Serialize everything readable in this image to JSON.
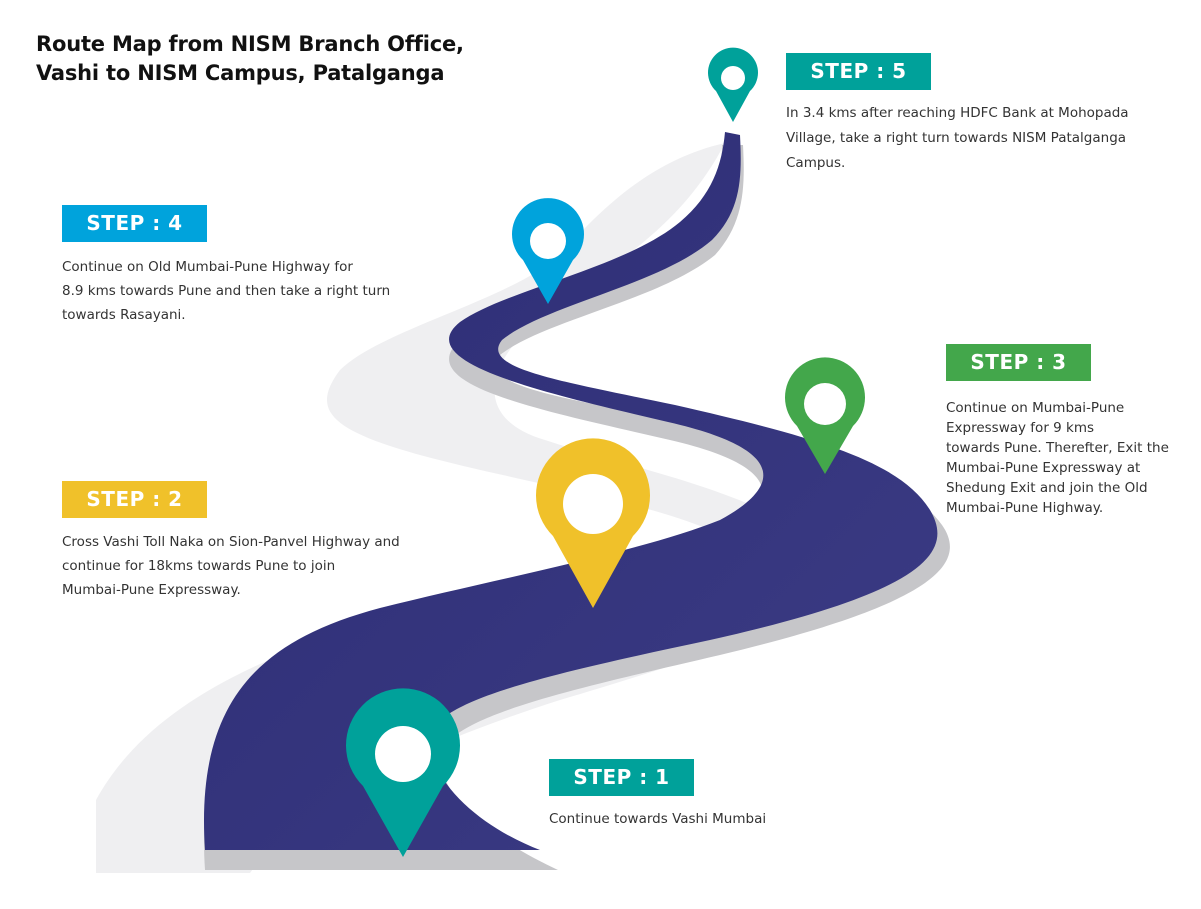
{
  "title": {
    "line1": "Route Map from NISM Branch Office,",
    "line2": "Vashi to NISM Campus, Patalganga"
  },
  "colors": {
    "road": "#303078",
    "road_edge": "#c6c6c9",
    "backdrop": "#efeff1",
    "teal": "#00a19a",
    "blue": "#00a3dc",
    "green": "#43a74b",
    "yellow": "#f0c12a"
  },
  "steps": [
    {
      "label": "STEP : 1",
      "color": "#00a19a",
      "lines": [
        "Continue towards Vashi Mumbai"
      ],
      "icon": "map-pin-icon"
    },
    {
      "label": "STEP : 2",
      "color": "#f0c12a",
      "lines": [
        "Cross Vashi Toll Naka on Sion-Panvel Highway and",
        "continue for 18kms towards Pune to join",
        "Mumbai-Pune Expressway."
      ],
      "icon": "map-pin-icon"
    },
    {
      "label": "STEP : 3",
      "color": "#43a74b",
      "lines": [
        "Continue on Mumbai-Pune",
        "Expressway for 9 kms",
        "towards Pune. Therefter, Exit the",
        "Mumbai-Pune Expressway at",
        "Shedung Exit and join the Old",
        "Mumbai-Pune Highway."
      ],
      "icon": "map-pin-icon"
    },
    {
      "label": "STEP : 4",
      "color": "#00a3dc",
      "lines": [
        "Continue on Old Mumbai-Pune Highway for",
        "8.9 kms towards Pune and then take a right turn",
        "towards Rasayani."
      ],
      "icon": "map-pin-icon"
    },
    {
      "label": "STEP : 5",
      "color": "#00a19a",
      "lines": [
        "In 3.4 kms after reaching HDFC Bank at Mohopada",
        "Village, take a right turn towards NISM Patalganga",
        "Campus."
      ],
      "icon": "map-pin-icon"
    }
  ]
}
